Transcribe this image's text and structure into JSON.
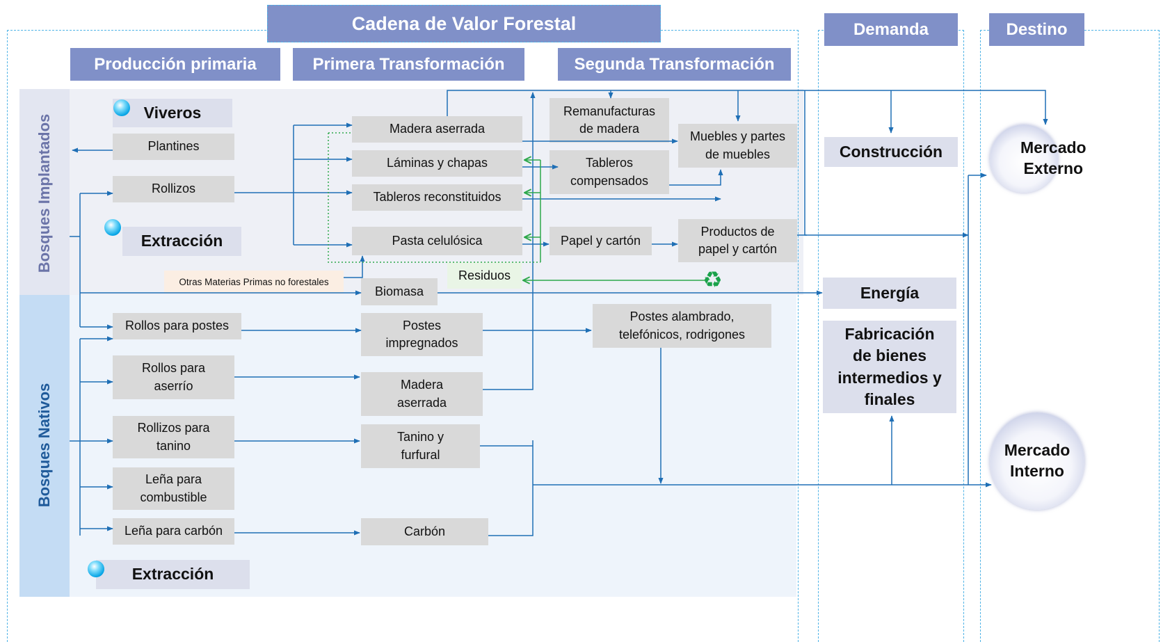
{
  "title": "Cadena de Valor Forestal",
  "column_headers": {
    "produccion": "Producción primaria",
    "primera": "Primera Transformación",
    "segunda": "Segunda Transformación",
    "demanda": "Demanda",
    "destino": "Destino"
  },
  "bands": {
    "implantados": "Bosques Implantados",
    "nativos": "Bosques Nativos"
  },
  "produccion_primaria": {
    "viveros": "Viveros",
    "plantines": "Plantines",
    "rollizos": "Rollizos",
    "extraccion_implantados": "Extracción",
    "otras_materias": "Otras Materias Primas no forestales",
    "rollos_postes": "Rollos para postes",
    "rollos_aserrio": "Rollos para aserrío",
    "rollizos_tanino": "Rollizos para tanino",
    "lena_combustible": "Leña para combustible",
    "lena_carbon": "Leña para carbón",
    "extraccion_nativos": "Extracción"
  },
  "primera_transformacion": {
    "madera_aserrada": "Madera aserrada",
    "laminas_chapas": "Láminas y chapas",
    "tableros_reconstituidos": "Tableros reconstituidos",
    "pasta_celulosica": "Pasta  celulósica",
    "biomasa": "Biomasa",
    "postes_impregnados": "Postes impregnados",
    "madera_aserrada_nativos": "Madera aserrada",
    "tanino_furfural": "Tanino y furfural",
    "carbon": "Carbón"
  },
  "segunda_transformacion": {
    "remanufacturas": "Remanufacturas de madera",
    "muebles": "Muebles y partes de muebles",
    "tableros_compensados": "Tableros compensados",
    "papel_carton": "Papel y cartón",
    "productos_papel": "Productos de papel y cartón",
    "residuos": "Residuos",
    "postes_alambrado": "Postes alambrado, telefónicos, rodrigones"
  },
  "demanda": {
    "construccion": "Construcción",
    "energia": "Energía",
    "fabricacion": "Fabricación de bienes intermedios  y finales"
  },
  "destino": {
    "externo": "Mercado Externo",
    "interno": "Mercado Interno"
  },
  "icons": {
    "bullet": "blue-orb-bullet-icon",
    "recycle": "recycle-icon"
  },
  "colors": {
    "header": "#8090c8",
    "box": "#d9d9d9",
    "lavender": "#dcdfec",
    "arrow": "#1f6fb5",
    "recycle": "#1aa24a",
    "dashed_border": "#4fb3e6",
    "label_implantados": "#6b74a8",
    "label_nativos": "#1f5a9a"
  }
}
